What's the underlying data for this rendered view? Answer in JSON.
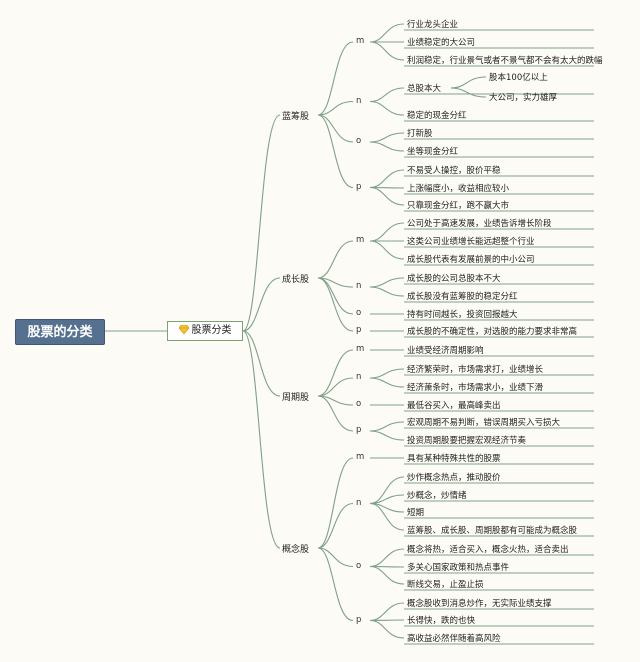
{
  "root": "股票的分类",
  "hub": {
    "label": "股票分类",
    "icon": "diamond-icon"
  },
  "categories": [
    {
      "label": "蓝筹股",
      "groups": [
        {
          "mark": "m",
          "items": [
            "行业龙头企业",
            "业绩稳定的大公司",
            "利润稳定，行业景气或者不景气都不会有太大的跌幅"
          ]
        },
        {
          "mark": "n",
          "items": [
            "总股本大",
            "稳定的现金分红"
          ],
          "sub": [
            "股本100亿以上",
            "大公司，实力雄厚"
          ]
        },
        {
          "mark": "o",
          "items": [
            "打新股",
            "坐等现金分红"
          ]
        },
        {
          "mark": "p",
          "items": [
            "不易受人操控，股价平稳",
            "上涨幅度小，收益相应较小",
            "只靠现金分红，跑不赢大市"
          ]
        }
      ]
    },
    {
      "label": "成长股",
      "groups": [
        {
          "mark": "m",
          "items": [
            "公司处于高速发展，业绩告诉增长阶段",
            "这类公司业绩增长能远超整个行业",
            "成长股代表有发展前景的中小公司"
          ]
        },
        {
          "mark": "n",
          "items": [
            "成长股的公司总股本不大",
            "成长股没有蓝筹股的稳定分红"
          ]
        },
        {
          "mark": "o",
          "items": [
            "持有时间越长，投资回报越大"
          ]
        },
        {
          "mark": "p",
          "items": [
            "成长股的不确定性，对选股的能力要求非常高"
          ]
        }
      ]
    },
    {
      "label": "周期股",
      "groups": [
        {
          "mark": "m",
          "items": [
            "业绩受经济周期影响"
          ]
        },
        {
          "mark": "n",
          "items": [
            "经济繁荣时，市场需求打，业绩增长",
            "经济萧条时，市场需求小，业绩下滑"
          ]
        },
        {
          "mark": "o",
          "items": [
            "最低谷买入，最高峰卖出"
          ]
        },
        {
          "mark": "p",
          "items": [
            "宏观周期不易判断，错误周期买入亏损大",
            "投资周期股要把握宏观经济节奏"
          ]
        }
      ]
    },
    {
      "label": "概念股",
      "groups": [
        {
          "mark": "m",
          "items": [
            "具有某种特殊共性的股票"
          ]
        },
        {
          "mark": "n",
          "items": [
            "炒作概念热点，推动股价",
            "炒概念，炒情绪",
            "短期",
            "蓝筹股、成长股、周期股都有可能成为概念股"
          ]
        },
        {
          "mark": "o",
          "items": [
            "概念将热，适合买入，概念火热，适合卖出",
            "多关心国家政策和热点事件",
            "断线交易，止盈止损"
          ]
        },
        {
          "mark": "p",
          "items": [
            "概念股收到消息炒作，无实际业绩支撑",
            "长得快，跌的也快",
            "高收益必然伴随着高风险"
          ]
        }
      ]
    }
  ]
}
